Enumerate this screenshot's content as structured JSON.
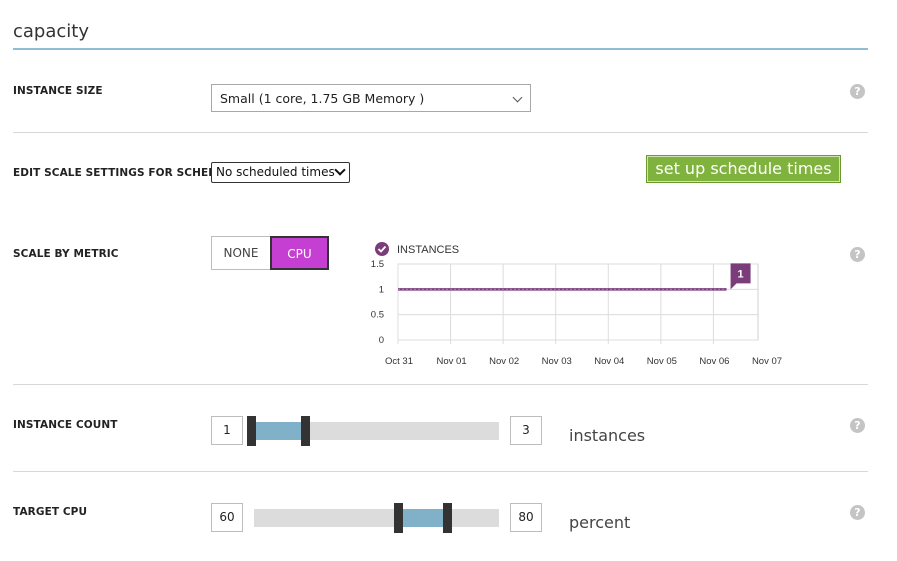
{
  "title": "capacity",
  "instance_size": {
    "label": "INSTANCE SIZE",
    "value": "Small (1 core, 1.75 GB Memory )",
    "help": "?"
  },
  "schedule": {
    "label": "EDIT SCALE SETTINGS FOR SCHEDULE",
    "value": "No scheduled times",
    "button_label": "set up schedule times"
  },
  "scale_metric": {
    "label": "SCALE BY METRIC",
    "options": [
      "NONE",
      "CPU"
    ],
    "selected": "CPU",
    "help": "?"
  },
  "chart_data": {
    "type": "line",
    "legend": "INSTANCES",
    "categories": [
      "Oct 31",
      "Nov 01",
      "Nov 02",
      "Nov 03",
      "Nov 04",
      "Nov 05",
      "Nov 06",
      "Nov 07"
    ],
    "y_ticks": [
      "1.5",
      "1",
      "0.5",
      "0"
    ],
    "ylim": [
      0,
      1.5
    ],
    "x": [
      0,
      6.25
    ],
    "values": [
      1,
      1
    ],
    "end_label": "1",
    "color": "#7a3d7a"
  },
  "instance_count": {
    "label": "INSTANCE COUNT",
    "min": "1",
    "max": "3",
    "unit": "instances",
    "help": "?"
  },
  "target_cpu": {
    "label": "TARGET CPU",
    "min": "60",
    "max": "80",
    "unit": "percent",
    "help": "?"
  },
  "colors": {
    "accent_magenta": "#c63fd3",
    "button_green": "#7fb33d",
    "slider_range": "#80b1c9",
    "title_rule": "#8fbed3"
  }
}
